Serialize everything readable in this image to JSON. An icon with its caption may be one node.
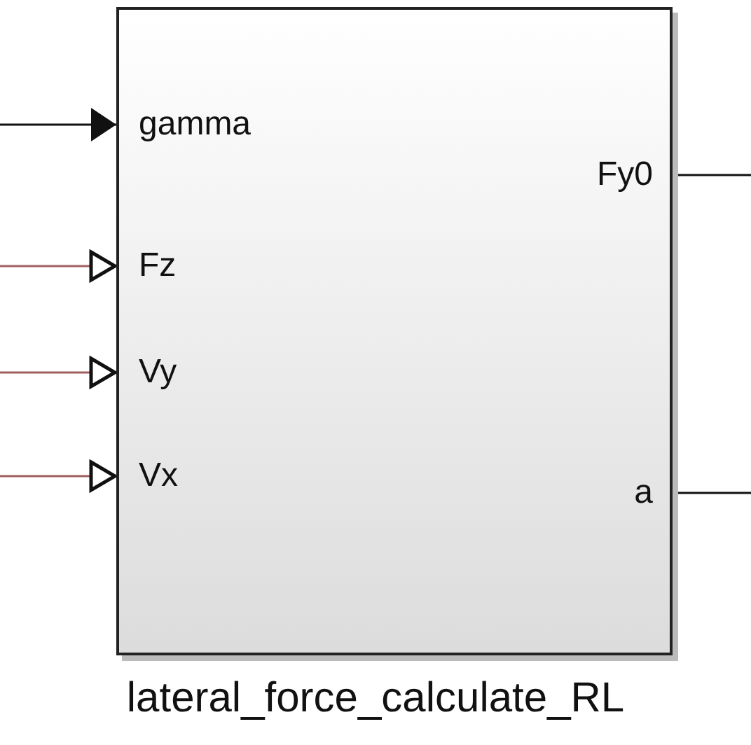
{
  "diagram": {
    "nodes": [
      {
        "text": [],
        "shape": "box",
        "beside": [
          "lateral_force_calculate_RL"
        ]
      },
      {
        "text": [
          "gamma"
        ],
        "in": 0
      },
      {
        "text": [
          "Fz"
        ],
        "in": 0
      },
      {
        "text": [
          "Vy"
        ],
        "in": 0
      },
      {
        "text": [
          "Vx"
        ],
        "in": 0
      },
      {
        "text": [
          "Fy0"
        ],
        "in": 0
      },
      {
        "text": [
          "a"
        ],
        "in": 0
      }
    ],
    "edges": [
      {
        "from": null,
        "to": 1,
        "arrow": "to"
      },
      {
        "from": null,
        "to": 2,
        "arrow": "to",
        "color": "#a06060"
      },
      {
        "from": null,
        "to": 3,
        "arrow": "to",
        "color": "#a06060"
      },
      {
        "from": null,
        "to": 4,
        "arrow": "to",
        "color": "#a06060"
      },
      {
        "from": 5,
        "to": null,
        "arrow": "none"
      },
      {
        "from": 6,
        "to": null,
        "arrow": "none"
      }
    ]
  }
}
